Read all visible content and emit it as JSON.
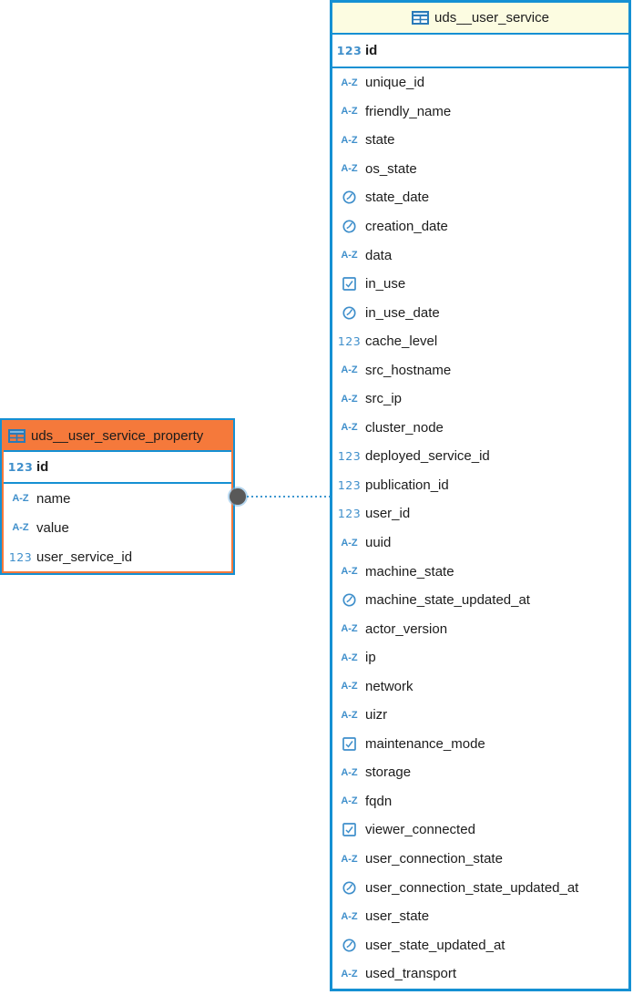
{
  "diagram": {
    "background": "#ffffff",
    "colors": {
      "border_blue": "#1590d3",
      "header_yellow": "#fcfce1",
      "accent_orange": "#f5793b",
      "icon_blue": "#3f8fcb",
      "text": "#1c1c1c",
      "connector_dot_gray": "#595959",
      "connector_line_blue": "#3f97d0"
    },
    "type_icons": {
      "number": "123",
      "string": "A-Z",
      "datetime": "clock-icon",
      "boolean": "checkbox-icon"
    },
    "connector": {
      "style": "dotted",
      "endpoint": "filled-dot",
      "from_table": "uds__user_service_property",
      "to_table": "uds__user_service"
    },
    "tables": [
      {
        "title": "uds__user_service_property",
        "header_style": "orange",
        "primary_key": {
          "name": "id",
          "type": "number"
        },
        "columns": [
          {
            "name": "name",
            "type": "string"
          },
          {
            "name": "value",
            "type": "string"
          },
          {
            "name": "user_service_id",
            "type": "number"
          }
        ]
      },
      {
        "title": "uds__user_service",
        "header_style": "yellow",
        "primary_key": {
          "name": "id",
          "type": "number"
        },
        "columns": [
          {
            "name": "unique_id",
            "type": "string"
          },
          {
            "name": "friendly_name",
            "type": "string"
          },
          {
            "name": "state",
            "type": "string"
          },
          {
            "name": "os_state",
            "type": "string"
          },
          {
            "name": "state_date",
            "type": "datetime"
          },
          {
            "name": "creation_date",
            "type": "datetime"
          },
          {
            "name": "data",
            "type": "string"
          },
          {
            "name": "in_use",
            "type": "boolean"
          },
          {
            "name": "in_use_date",
            "type": "datetime"
          },
          {
            "name": "cache_level",
            "type": "number"
          },
          {
            "name": "src_hostname",
            "type": "string"
          },
          {
            "name": "src_ip",
            "type": "string"
          },
          {
            "name": "cluster_node",
            "type": "string"
          },
          {
            "name": "deployed_service_id",
            "type": "number"
          },
          {
            "name": "publication_id",
            "type": "number"
          },
          {
            "name": "user_id",
            "type": "number"
          },
          {
            "name": "uuid",
            "type": "string"
          },
          {
            "name": "machine_state",
            "type": "string"
          },
          {
            "name": "machine_state_updated_at",
            "type": "datetime"
          },
          {
            "name": "actor_version",
            "type": "string"
          },
          {
            "name": "ip",
            "type": "string"
          },
          {
            "name": "network",
            "type": "string"
          },
          {
            "name": "uizr",
            "type": "string"
          },
          {
            "name": "maintenance_mode",
            "type": "boolean"
          },
          {
            "name": "storage",
            "type": "string"
          },
          {
            "name": "fqdn",
            "type": "string"
          },
          {
            "name": "viewer_connected",
            "type": "boolean"
          },
          {
            "name": "user_connection_state",
            "type": "string"
          },
          {
            "name": "user_connection_state_updated_at",
            "type": "datetime"
          },
          {
            "name": "user_state",
            "type": "string"
          },
          {
            "name": "user_state_updated_at",
            "type": "datetime"
          },
          {
            "name": "used_transport",
            "type": "string"
          }
        ]
      }
    ]
  }
}
